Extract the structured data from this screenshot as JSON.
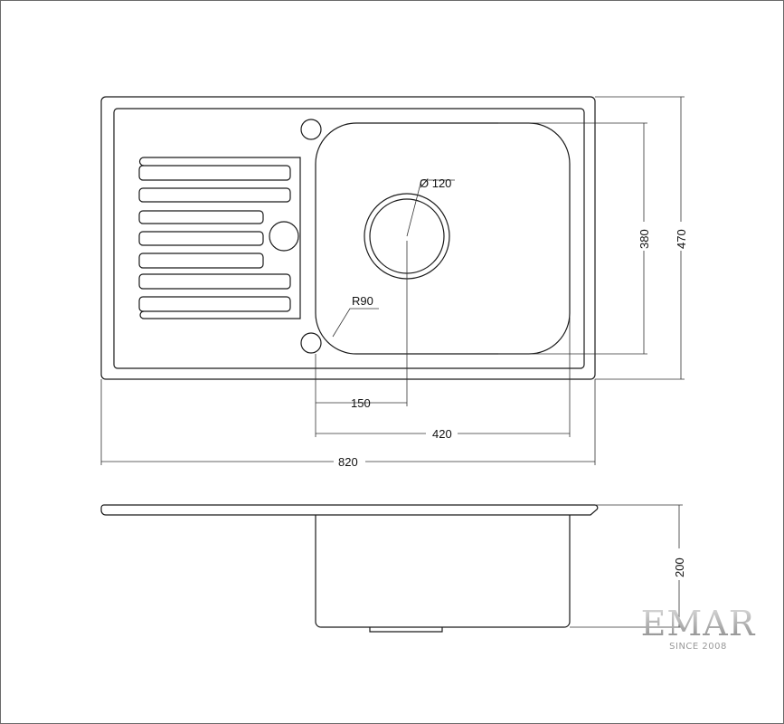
{
  "dimensions": {
    "drain_diameter": "Ø 120",
    "corner_radius": "R90",
    "drain_offset": "150",
    "bowl_width": "420",
    "overall_width": "820",
    "bowl_length": "380",
    "overall_length": "470",
    "bowl_depth": "200"
  },
  "logo": {
    "brand": "EMAR",
    "tagline": "SINCE 2008"
  }
}
